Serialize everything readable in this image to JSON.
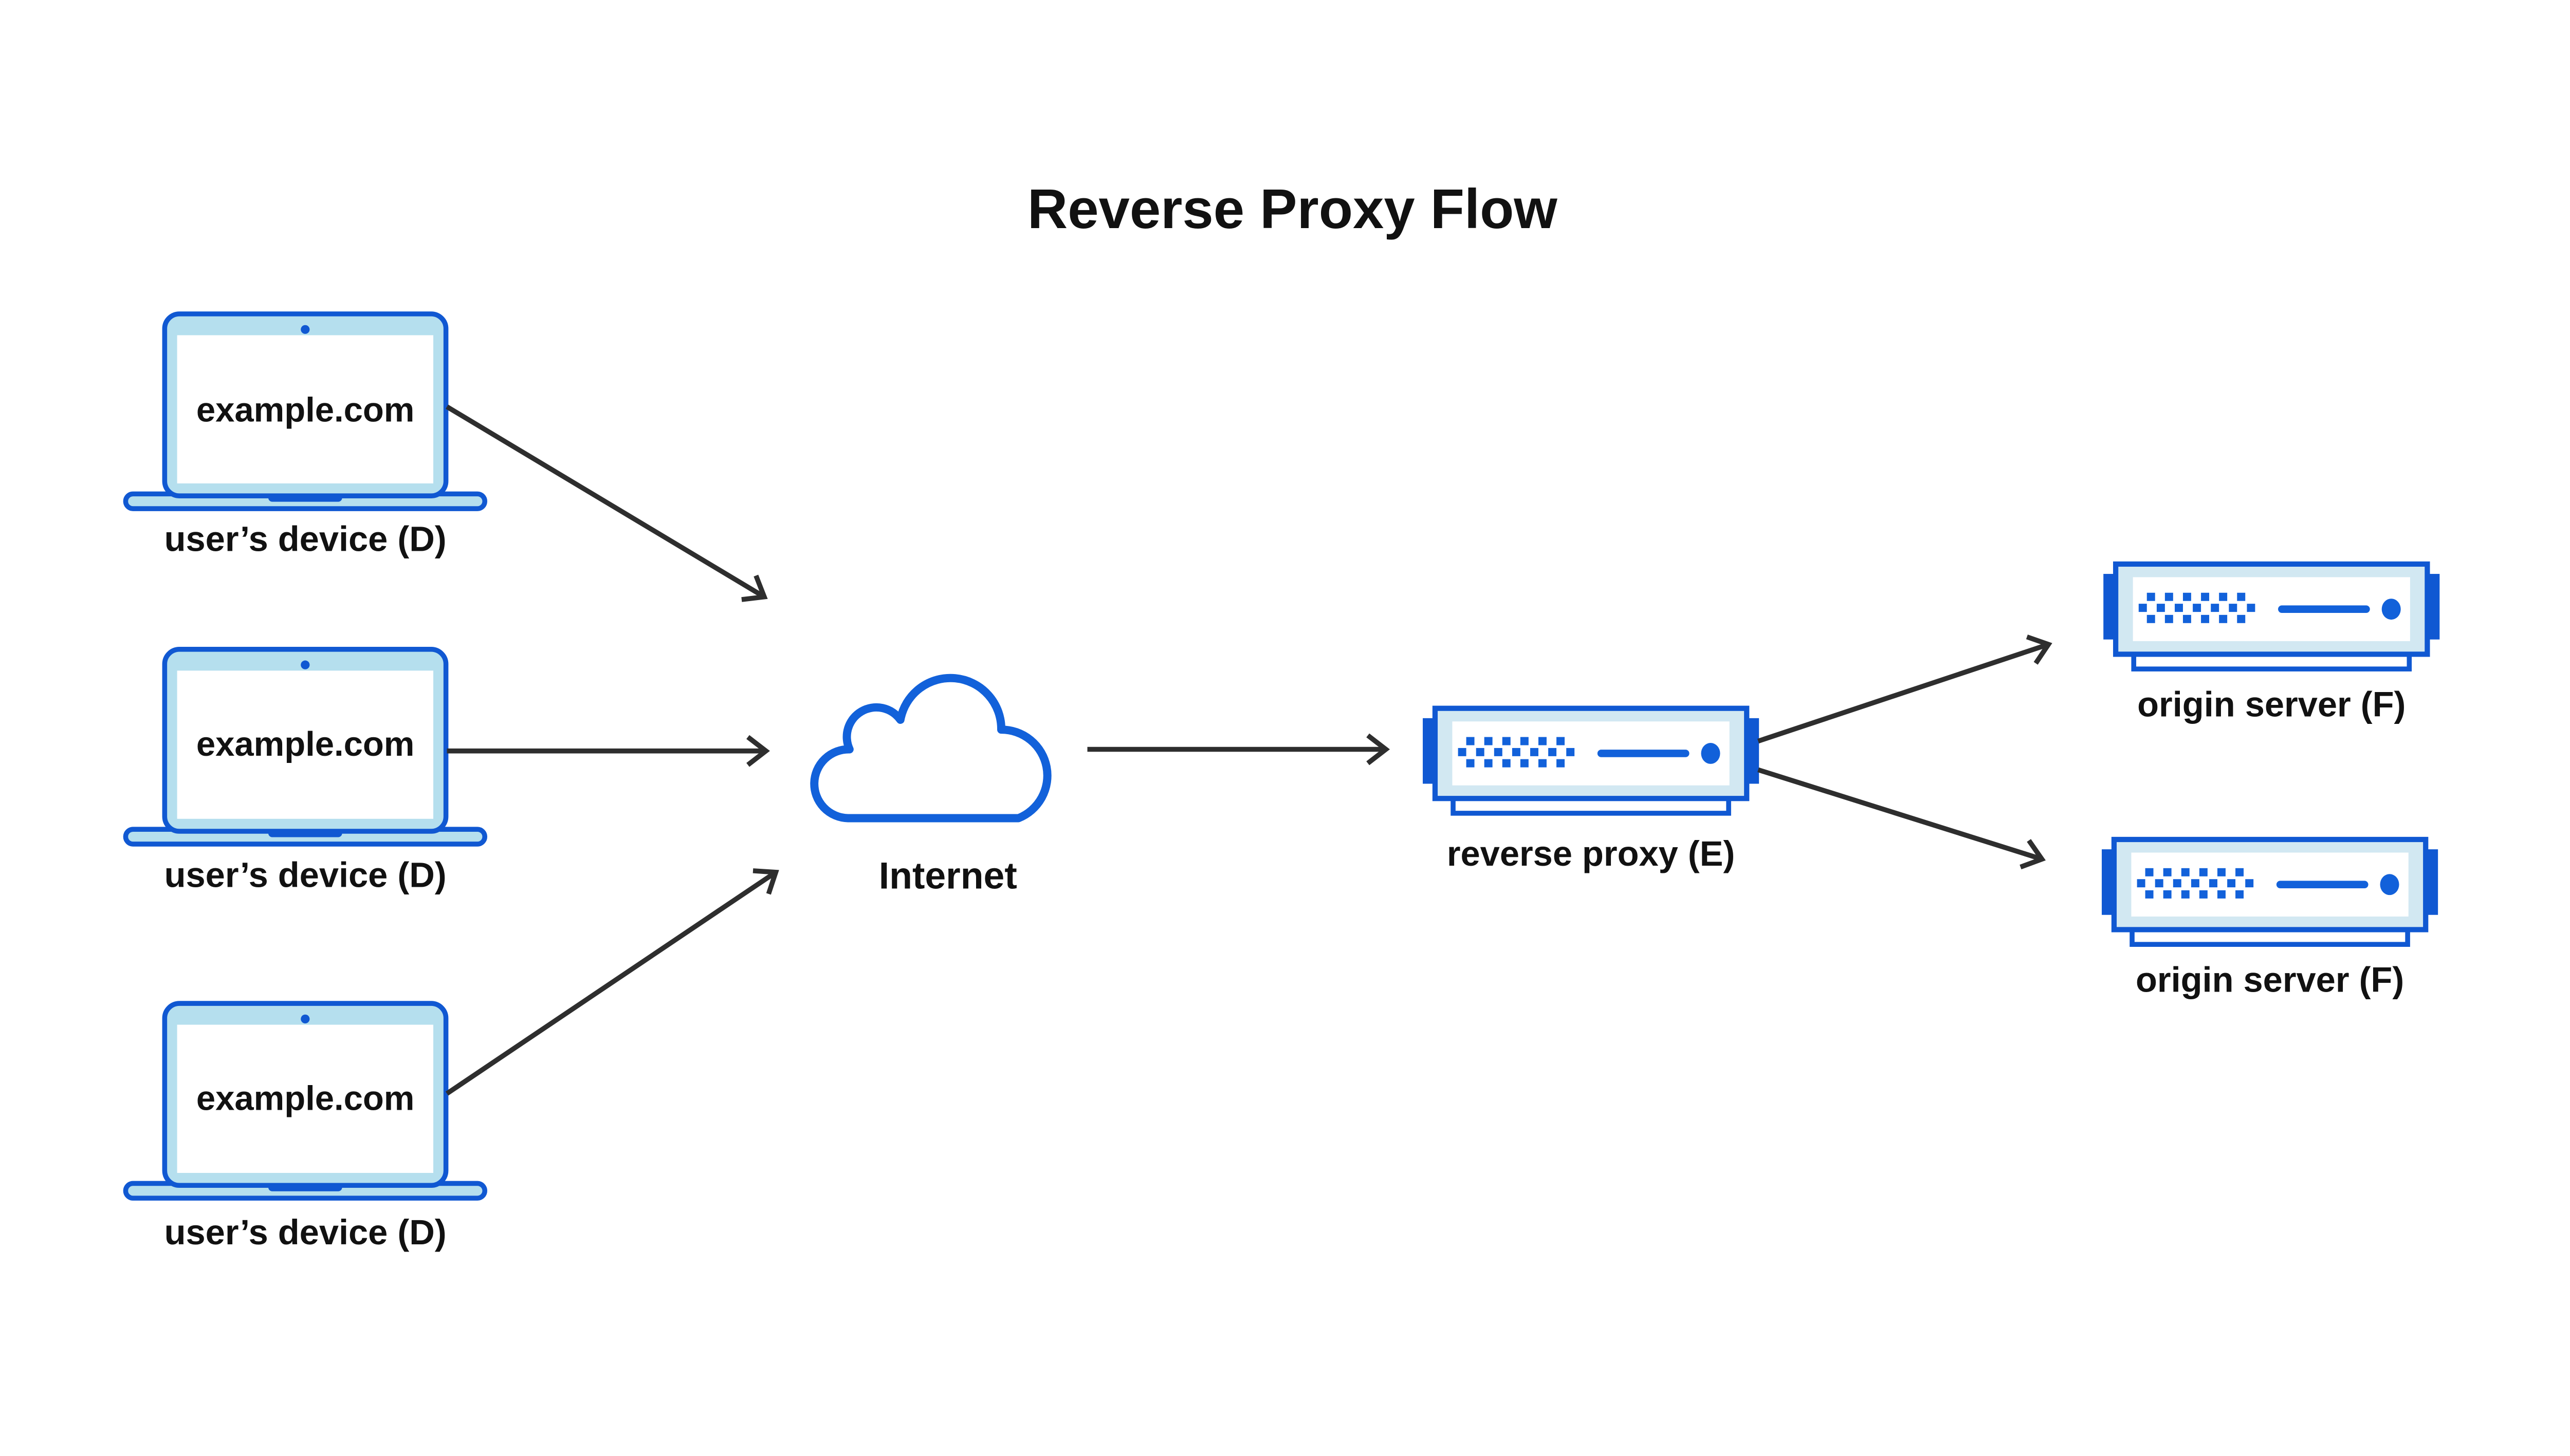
{
  "title": "Reverse Proxy Flow",
  "colors": {
    "primary_blue": "#1058d2",
    "accent_blue": "#1261da",
    "laptop_fill": "#b5dfee",
    "server_fill": "#d2e8f2",
    "arrow_color": "#2e2e2e",
    "text_color": "#111111"
  },
  "nodes": {
    "devices": [
      {
        "screen_text": "example.com",
        "label": "user’s device (D)"
      },
      {
        "screen_text": "example.com",
        "label": "user’s device (D)"
      },
      {
        "screen_text": "example.com",
        "label": "user’s device (D)"
      }
    ],
    "internet": {
      "label": "Internet"
    },
    "reverse_proxy": {
      "label": "reverse proxy (E)"
    },
    "origin_servers": [
      {
        "label": "origin server (F)"
      },
      {
        "label": "origin server (F)"
      }
    ]
  }
}
